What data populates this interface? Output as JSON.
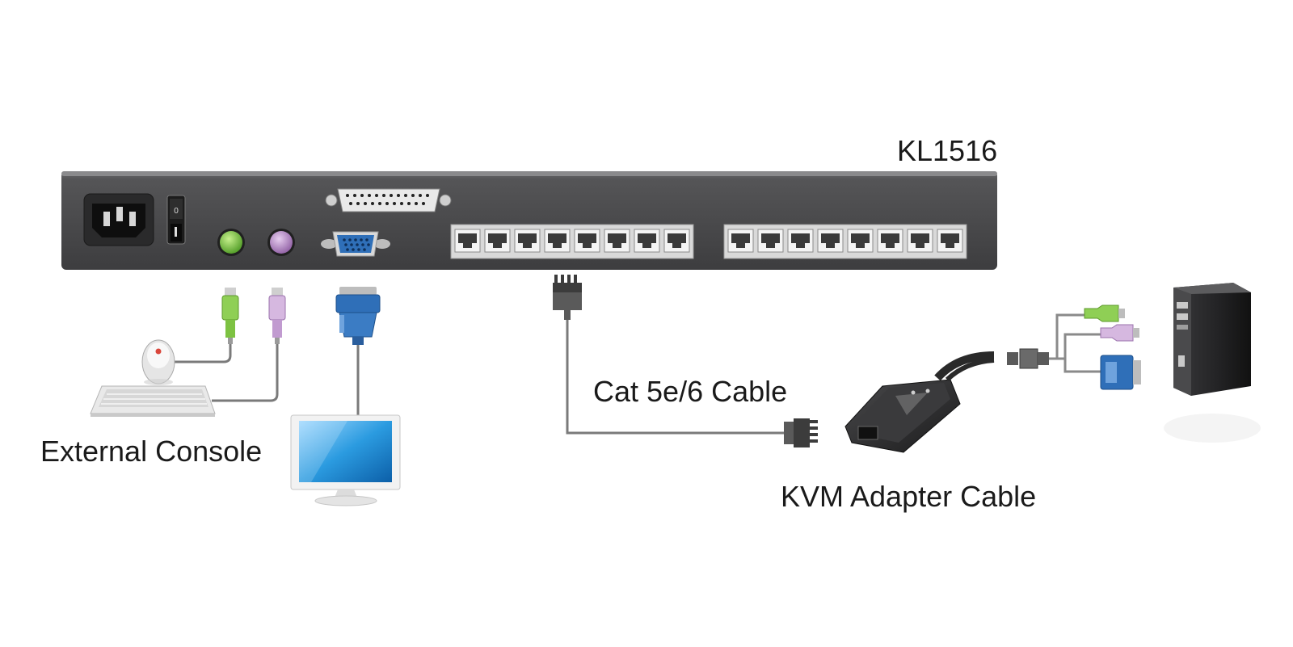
{
  "labels": {
    "device_model": "KL1516",
    "external_console": "External Console",
    "cat_cable": "Cat 5e/6 Cable",
    "kvm_adapter": "KVM Adapter Cable"
  },
  "power_switch_mark": "0",
  "colors": {
    "chassis": "#4d4d4f",
    "chassis_top": "#6a6a6c",
    "ps2_green": "#7dc242",
    "ps2_purple": "#b98fc5",
    "vga_blue": "#2f6fb8",
    "cable_gray": "#7a7a7a",
    "monitor_screen": "#1f8fd6"
  },
  "icons": [
    "power-socket-icon",
    "power-switch-icon",
    "ps2-green-port-icon",
    "ps2-purple-port-icon",
    "vga-port-icon",
    "serial-port-icon",
    "rj45-port-icon",
    "mouse-icon",
    "keyboard-icon",
    "monitor-icon",
    "vga-plug-icon",
    "kvm-adapter-icon",
    "computer-tower-icon"
  ],
  "rj45_groups": [
    8,
    8
  ]
}
